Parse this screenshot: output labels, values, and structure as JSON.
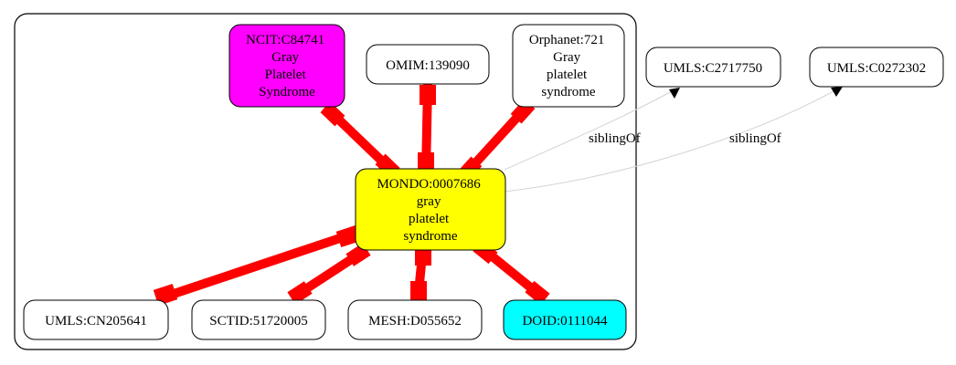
{
  "colors": {
    "background": "#ffffff",
    "cluster_border": "#000000",
    "edge_strong": "#ff0000",
    "edge_weak": "#d3d3d3",
    "node_default_fill": "#ffffff",
    "node_center_fill": "#ffff00",
    "node_ncit_fill": "#ff00ff",
    "node_doid_fill": "#00ffff"
  },
  "nodes": {
    "center": {
      "lines": [
        "MONDO:0007686",
        "gray",
        "platelet",
        "syndrome"
      ]
    },
    "ncit": {
      "lines": [
        "NCIT:C84741",
        "Gray",
        "Platelet",
        "Syndrome"
      ]
    },
    "omim": {
      "lines": [
        "OMIM:139090"
      ]
    },
    "orphanet": {
      "lines": [
        "Orphanet:721",
        "Gray",
        "platelet",
        "syndrome"
      ]
    },
    "umls1": {
      "lines": [
        "UMLS:C2717750"
      ]
    },
    "umls2": {
      "lines": [
        "UMLS:C0272302"
      ]
    },
    "umls_cn": {
      "lines": [
        "UMLS:CN205641"
      ]
    },
    "sctid": {
      "lines": [
        "SCTID:51720005"
      ]
    },
    "mesh": {
      "lines": [
        "MESH:D055652"
      ]
    },
    "doid": {
      "lines": [
        "DOID:0111044"
      ]
    }
  },
  "edges": {
    "sibling1": {
      "label": "siblingOf"
    },
    "sibling2": {
      "label": "siblingOf"
    }
  }
}
